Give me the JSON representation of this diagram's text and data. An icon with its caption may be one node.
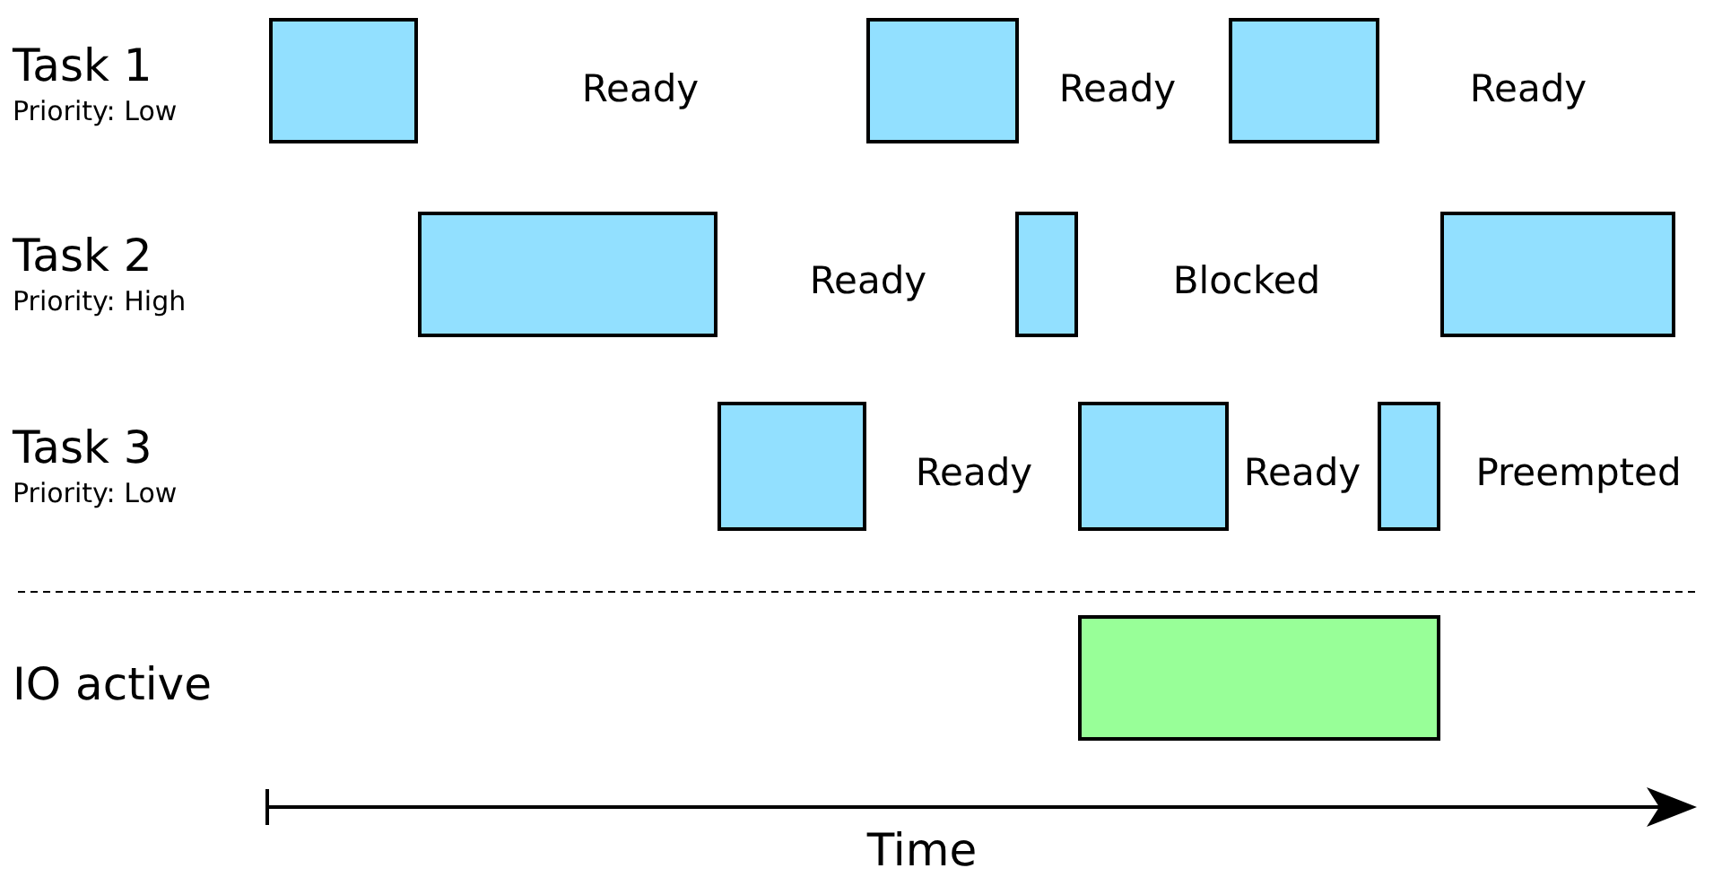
{
  "diagram": {
    "nodes": [
      {
        "text": [],
        "shape": "box"
      },
      {
        "text": [],
        "shape": "box"
      },
      {
        "text": [],
        "shape": "box"
      },
      {
        "text": [],
        "shape": "box"
      },
      {
        "text": [],
        "shape": "box"
      },
      {
        "text": [],
        "shape": "box"
      },
      {
        "text": [],
        "shape": "box"
      },
      {
        "text": [],
        "shape": "box"
      },
      {
        "text": [],
        "shape": "box"
      },
      {
        "text": [],
        "shape": "box"
      }
    ],
    "labels": [
      "Task 1",
      "Priority: Low",
      "Ready",
      "Ready",
      "Ready",
      "Task 2",
      "Priority: High",
      "Ready",
      "Blocked",
      "Task 3",
      "Priority: Low",
      "Ready",
      "Ready",
      "Preempted",
      "IO active",
      "Time"
    ]
  }
}
